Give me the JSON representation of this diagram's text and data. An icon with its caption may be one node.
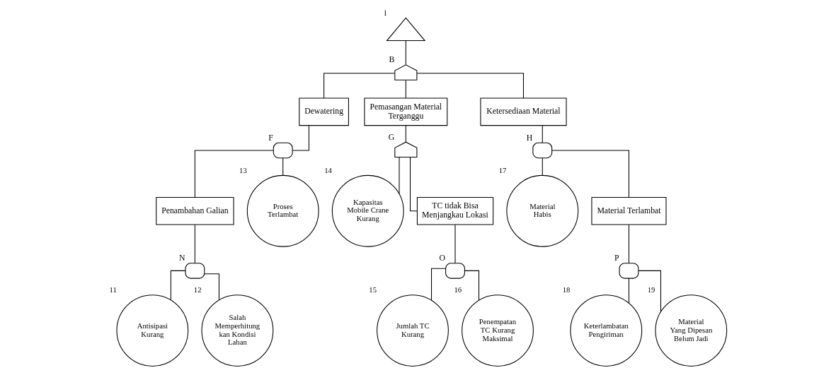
{
  "diagram": {
    "nodes": [
      {
        "text": [],
        "shape": "triangle",
        "beside": [
          "i"
        ]
      },
      {
        "text": [],
        "shape": "or-gate",
        "beside": [
          "B"
        ]
      },
      {
        "text": [
          "Dewatering"
        ]
      },
      {
        "text": [
          "Pemasangan Material Terganggu"
        ]
      },
      {
        "text": [
          "Ketersediaan Material"
        ]
      },
      {
        "text": [],
        "shape": "and-gate",
        "beside": [
          "F"
        ]
      },
      {
        "text": [],
        "shape": "or-gate",
        "beside": [
          "G"
        ]
      },
      {
        "text": [],
        "shape": "and-gate",
        "beside": [
          "H"
        ]
      },
      {
        "text": [
          "Penambahan Galian"
        ]
      },
      {
        "text": [
          "Proses Terlambat"
        ],
        "beside": [
          "13"
        ]
      },
      {
        "text": [
          "Kapasitas Mobile Crane Kurang"
        ],
        "beside": [
          "14"
        ]
      },
      {
        "text": [
          "TC tidak Bisa Menjangkau Lokasi"
        ]
      },
      {
        "text": [
          "Material Habis"
        ],
        "beside": [
          "17"
        ]
      },
      {
        "text": [
          "Material Terlambat"
        ]
      },
      {
        "text": [],
        "shape": "and-gate",
        "beside": [
          "N"
        ]
      },
      {
        "text": [
          "Antisipasi Kurang"
        ],
        "beside": [
          "11"
        ]
      },
      {
        "text": [
          "Salah Memperhitung kan Kondisi Lahan"
        ],
        "beside": [
          "12"
        ]
      },
      {
        "text": [],
        "shape": "and-gate",
        "beside": [
          "O"
        ]
      },
      {
        "text": [
          "Jumlah TC Kurang"
        ],
        "beside": [
          "15"
        ]
      },
      {
        "text": [
          "Penempatan TC Kurang Maksimal"
        ],
        "beside": [
          "16"
        ]
      },
      {
        "text": [],
        "shape": "and-gate",
        "beside": [
          "P"
        ]
      },
      {
        "text": [
          "Keterlambatan Pengiriman"
        ],
        "beside": [
          "18"
        ]
      },
      {
        "text": [
          "Material Yang Dipesan Belum Jadi"
        ],
        "beside": [
          "19"
        ]
      }
    ],
    "edges": [
      {
        "from": 0,
        "to": 1,
        "arrow": "none"
      },
      {
        "from": 1,
        "to": 2,
        "arrow": "none"
      },
      {
        "from": 1,
        "to": 3,
        "arrow": "none"
      },
      {
        "from": 1,
        "to": 4,
        "arrow": "none"
      },
      {
        "from": 2,
        "to": 5,
        "arrow": "none"
      },
      {
        "from": 3,
        "to": 6,
        "arrow": "none"
      },
      {
        "from": 4,
        "to": 7,
        "arrow": "none"
      },
      {
        "from": 5,
        "to": 8,
        "arrow": "none"
      },
      {
        "from": 5,
        "to": 9,
        "arrow": "none"
      },
      {
        "from": 6,
        "to": 10,
        "arrow": "none"
      },
      {
        "from": 6,
        "to": 11,
        "arrow": "none"
      },
      {
        "from": 7,
        "to": 12,
        "arrow": "none"
      },
      {
        "from": 7,
        "to": 13,
        "arrow": "none"
      },
      {
        "from": 8,
        "to": 14,
        "arrow": "none"
      },
      {
        "from": 14,
        "to": 15,
        "arrow": "none"
      },
      {
        "from": 14,
        "to": 16,
        "arrow": "none"
      },
      {
        "from": 11,
        "to": 17,
        "arrow": "none"
      },
      {
        "from": 17,
        "to": 18,
        "arrow": "none"
      },
      {
        "from": 17,
        "to": 19,
        "arrow": "none"
      },
      {
        "from": 13,
        "to": 20,
        "arrow": "none"
      },
      {
        "from": 20,
        "to": 21,
        "arrow": "none"
      },
      {
        "from": 20,
        "to": 22,
        "arrow": "none"
      }
    ]
  }
}
